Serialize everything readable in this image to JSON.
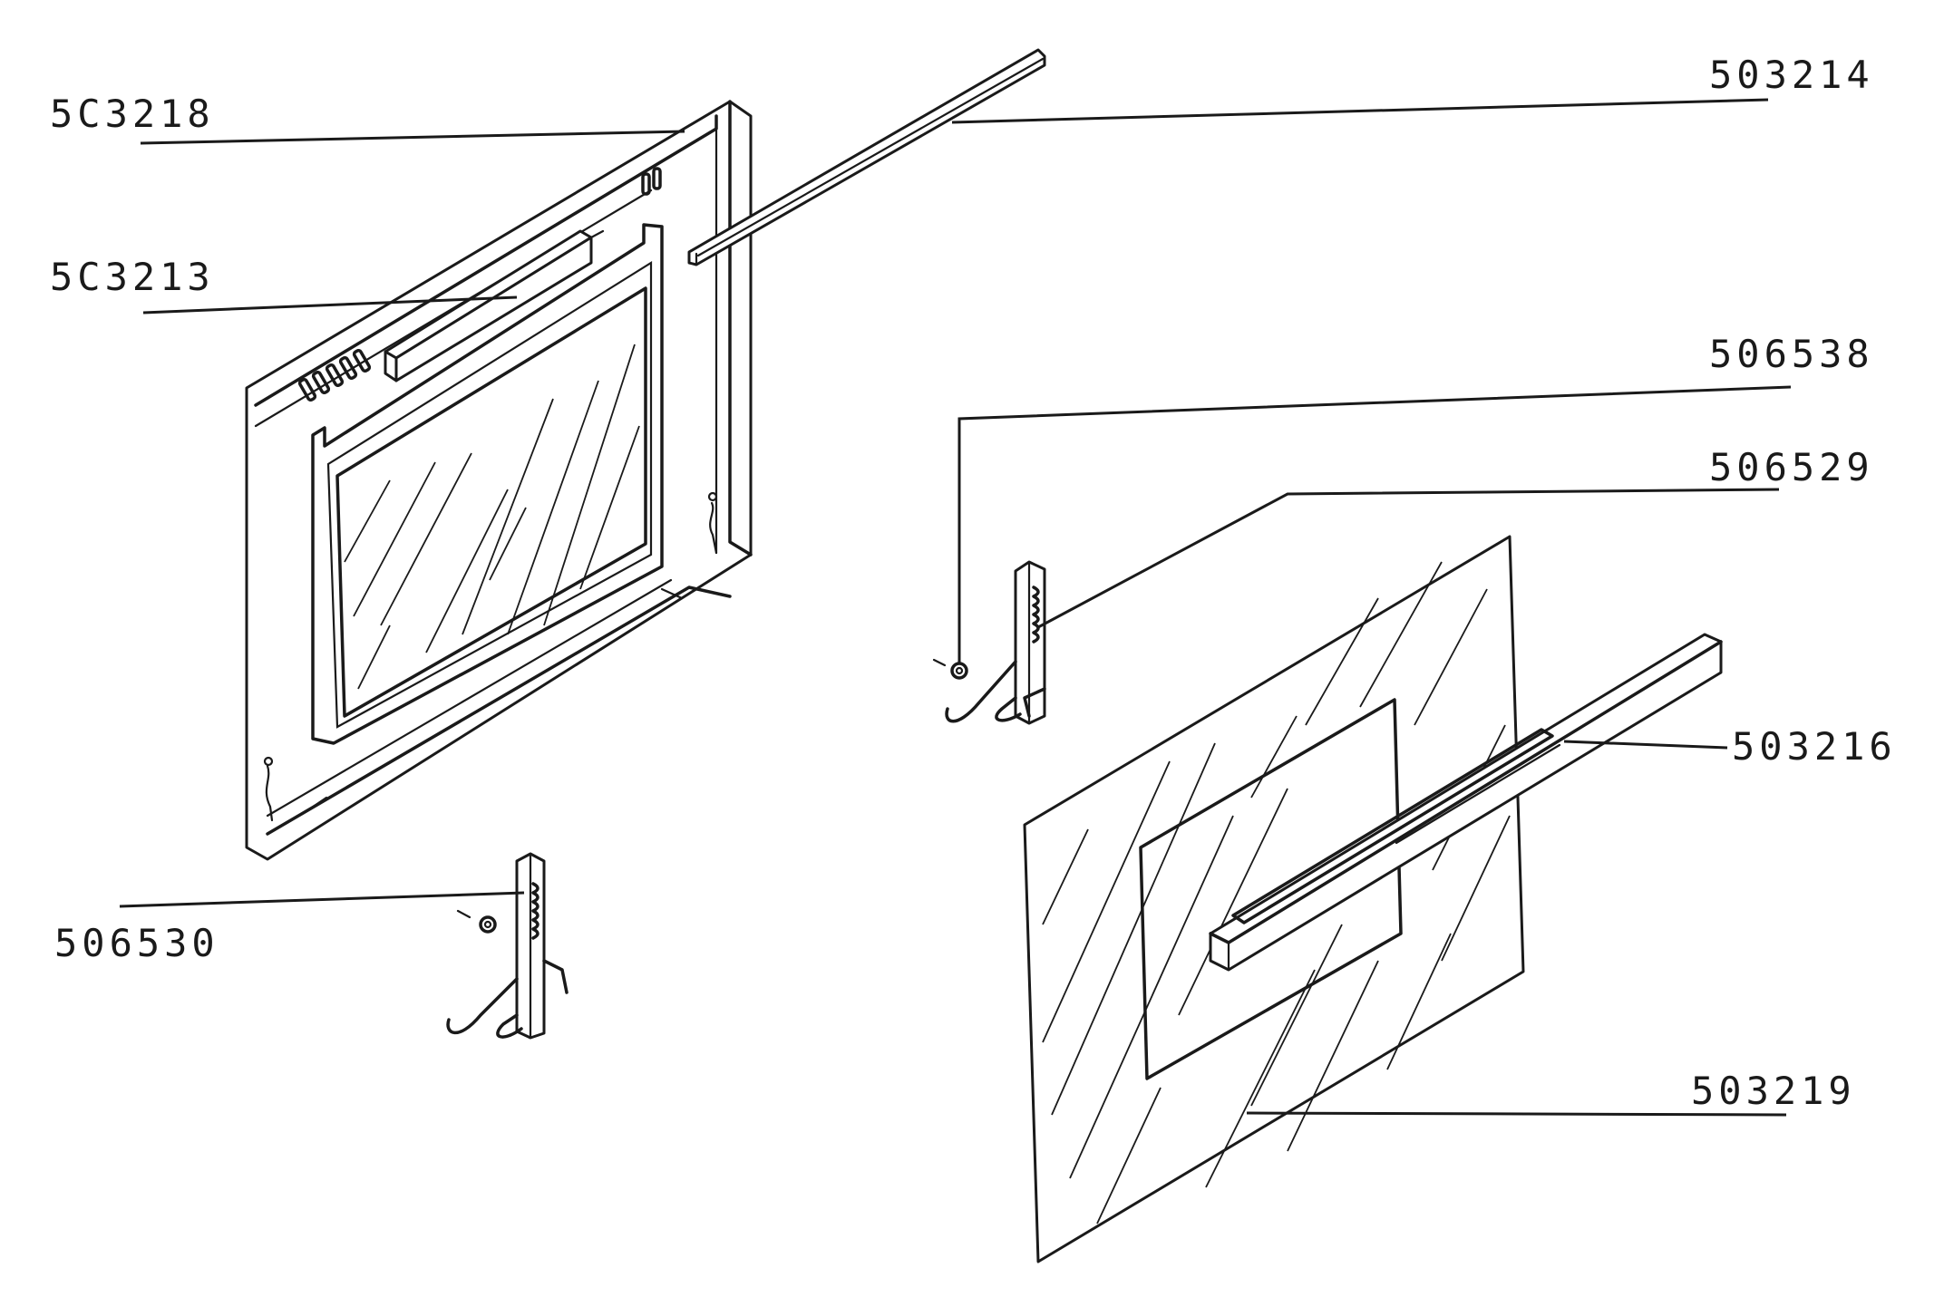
{
  "parts": {
    "p503218": "5C3218",
    "p503213": "5C3213",
    "p503214": "503214",
    "p506538": "506538",
    "p506529": "506529",
    "p503216": "503216",
    "p506530": "506530",
    "p503219": "503219"
  },
  "colors": {
    "ink": "#1a1a1a",
    "background": "#ffffff"
  }
}
